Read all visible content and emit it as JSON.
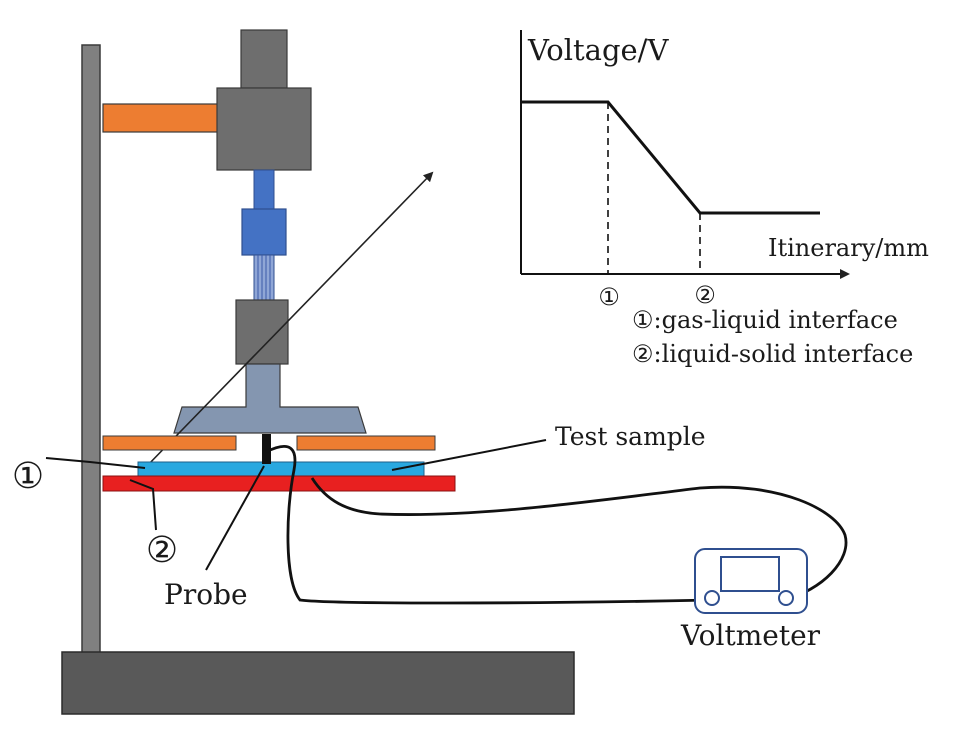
{
  "graph": {
    "y_label": "Voltage/V",
    "x_label": "Itinerary/mm",
    "marker_1": "①",
    "marker_2": "②",
    "legend_1": "①:gas-liquid interface",
    "legend_2": "②:liquid-solid interface"
  },
  "apparatus": {
    "interface_1": "①",
    "interface_2": "②",
    "test_sample_label": "Test sample",
    "probe_label": "Probe",
    "voltmeter_label": "Voltmeter"
  },
  "colors": {
    "stand": "#808080",
    "clamp_arm": "#ed7d31",
    "motor": "#6e6e6e",
    "shaft_blue": "#4472c4",
    "platform": "#8496b0",
    "plate_orange": "#ed7d31",
    "sample_blue": "#29a8e0",
    "base_red": "#e82020",
    "base_block": "#595959"
  }
}
